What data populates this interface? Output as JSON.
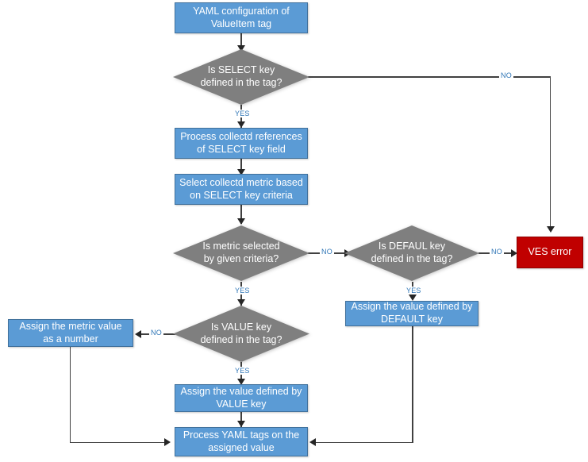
{
  "diagram": {
    "title": "YAML configuration of ValueItem tag processing flowchart",
    "colors": {
      "process": "#5B9BD5",
      "decision": "#7F7F7F",
      "error": "#C00000",
      "connector": "#404040",
      "edge_label": "#2E75B6",
      "background": "#FFFFFF"
    },
    "nodes": {
      "start": "YAML configuration of\nValueItem tag",
      "select_key_decision": "Is SELECT key\ndefined in the tag?",
      "process_collectd_refs": "Process collectd references\nof SELECT key field",
      "select_collectd_metric": "Select collectd metric based\non SELECT key criteria",
      "metric_selected_decision": "Is metric selected\nby given criteria?",
      "defaul_key_decision": "Is DEFAUL key\ndefined in the tag?",
      "ves_error": "VES error",
      "assign_default": "Assign the value defined by\nDEFAULT key",
      "value_key_decision": "Is VALUE key\ndefined in the tag?",
      "assign_metric_number": "Assign the metric value\nas a number",
      "assign_value": "Assign the value defined by\nVALUE key",
      "process_yaml_tags": "Process YAML tags on the\nassigned value"
    },
    "edge_labels": {
      "select_yes": "YES",
      "select_no": "NO",
      "metric_yes": "YES",
      "metric_no": "NO",
      "defaul_yes": "YES",
      "defaul_no": "NO",
      "value_yes": "YES",
      "value_no": "NO"
    }
  }
}
